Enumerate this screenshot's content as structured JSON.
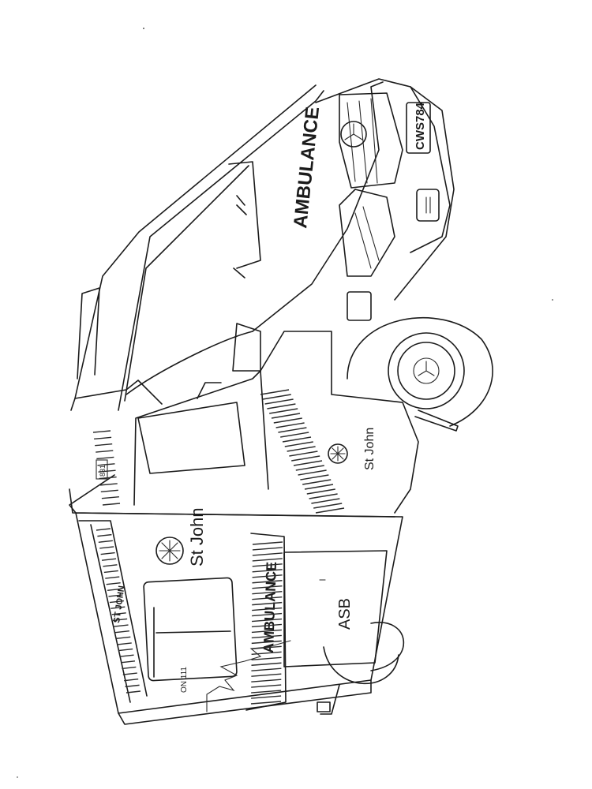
{
  "ambulance_front_label": "AMBULANCE",
  "ambulance_side_label": "AMBULANCE",
  "plate": "CWS784",
  "door_brand": "St John",
  "box_brand": "St John",
  "asb_label": "ASB",
  "unit_code": "ON 111",
  "window_number": "831",
  "roof_strip_text": "ST JOHN"
}
